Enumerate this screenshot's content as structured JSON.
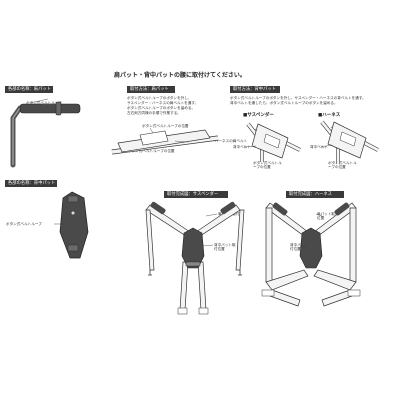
{
  "heading": "肩パット・背中パットの腰に取付けてください。",
  "shoulder_part": {
    "title": "各部の名称：肩パット",
    "belt_loop": "ボタン式ベルトループ"
  },
  "back_part": {
    "title": "各部の名称：背中パット",
    "belt_loop": "ボタン式ベルトループ"
  },
  "step_shoulder": {
    "title": "取付方法：肩パット",
    "lines": [
      "ボタン式ベルトループのボタンを外し、",
      "サスペンダー・ハーネスの肩ベルトを通す。",
      "ボタン式ベルトループのボタンを留める。",
      "左右両方同様の手順で作業する。"
    ],
    "label_loop": "ボタン式ベルトループの位置",
    "label_belt": "サスペンダー・ハーネスの肩ベルト",
    "label_loop2": "ボタン式ベルトループの位置"
  },
  "step_back": {
    "title": "取付方法：背中パット",
    "lines": [
      "ボタン式ベルトループのボタンを外し、サスペンダー・ハーネスの背ベルトを通す。",
      "背中ベルトを通したら、ボタン式ベルトループのボタンを留める。"
    ],
    "suspender_label": "■サスペンダー",
    "harness_label": "■ハーネス",
    "label_back_belt": "背中ベルト",
    "label_loop_pos": "ボタン式ベルトループの位置",
    "label_back_belt_h": "背中ベルト",
    "label_loop_pos_h": "ボタン式ベルトループの位置"
  },
  "completed_suspender": {
    "title": "取付完成図：サスペンダー",
    "label_shoulder": "肩パット取付位置",
    "label_back": "背中パット取付位置"
  },
  "completed_harness": {
    "title": "取付完成図：ハーネス",
    "label_shoulder": "肩パット取付位置",
    "label_back": "背中パット取付位置"
  },
  "colors": {
    "tag_bg": "#3a3a3a",
    "pad": "#4a4a4a",
    "strap": "#f4f4f4",
    "outline": "#333333"
  }
}
